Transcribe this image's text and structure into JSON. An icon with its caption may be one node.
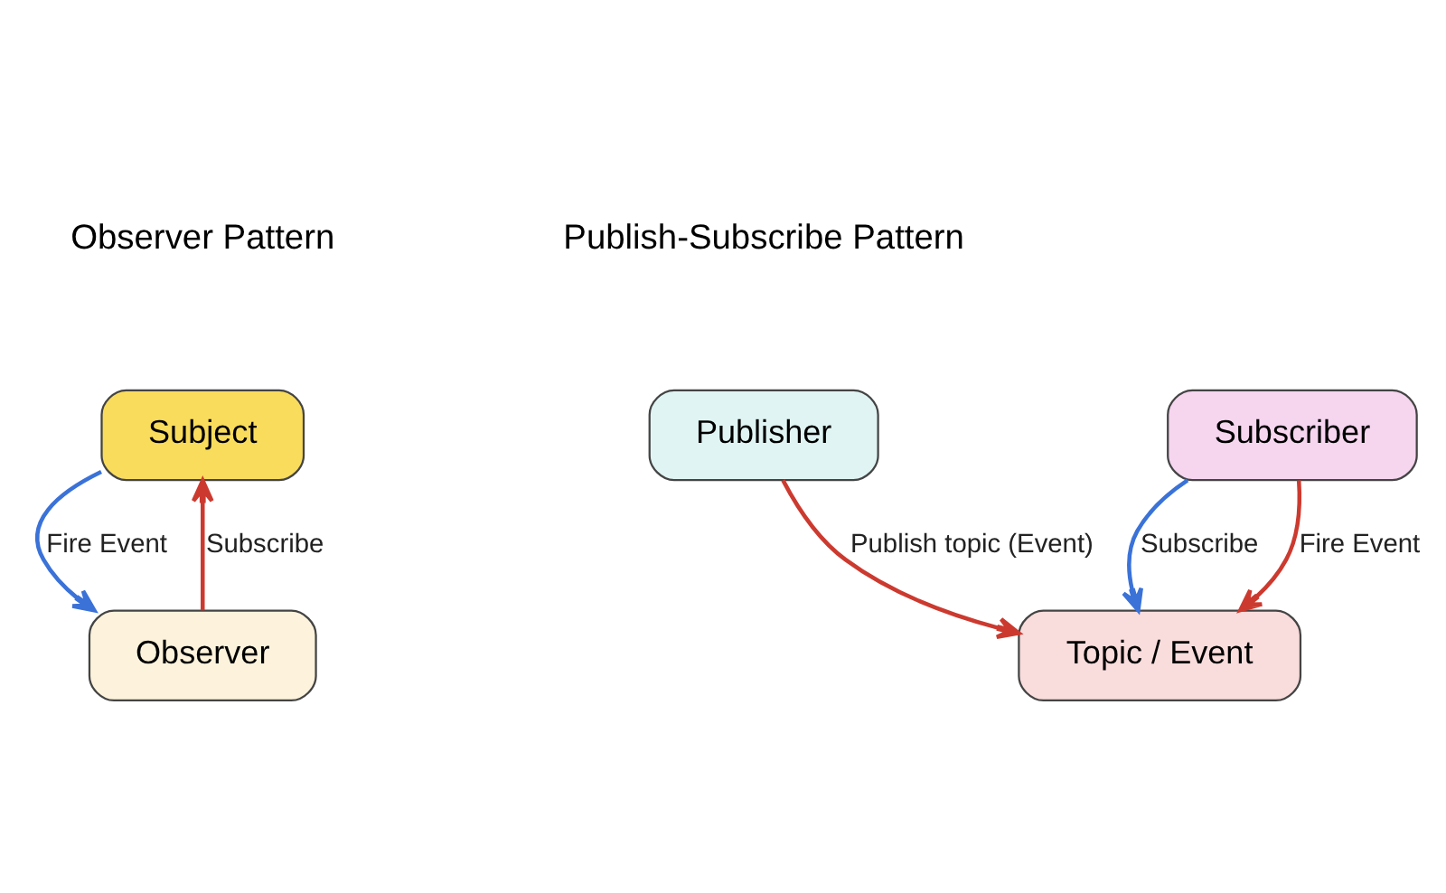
{
  "diagram": {
    "nodes": [
      {
        "text": [
          "Subject"
        ]
      },
      {
        "text": [
          "Observer"
        ]
      },
      {
        "text": [
          "Publisher"
        ]
      },
      {
        "text": [
          "Topic / Event"
        ]
      },
      {
        "text": [
          "Subscriber"
        ]
      }
    ],
    "edges": [
      {
        "from": 1,
        "to": 0,
        "arrow": "to",
        "label": "Subscribe",
        "color": "#cc3a2f"
      },
      {
        "from": 0,
        "to": 1,
        "arrow": "to",
        "label": "Fire Event",
        "color": "#3a72d8"
      },
      {
        "from": 2,
        "to": 3,
        "arrow": "to",
        "label": "Publish topic (Event)",
        "color": "#cc3a2f"
      },
      {
        "from": 4,
        "to": 3,
        "arrow": "to",
        "label": "Subscribe",
        "color": "#3a72d8"
      },
      {
        "from": 4,
        "to": 3,
        "arrow": "to",
        "label": "Fire Event",
        "color": "#cc3a2f"
      }
    ],
    "labels": [
      "Observer Pattern",
      "Publish-Subscribe Pattern"
    ]
  }
}
